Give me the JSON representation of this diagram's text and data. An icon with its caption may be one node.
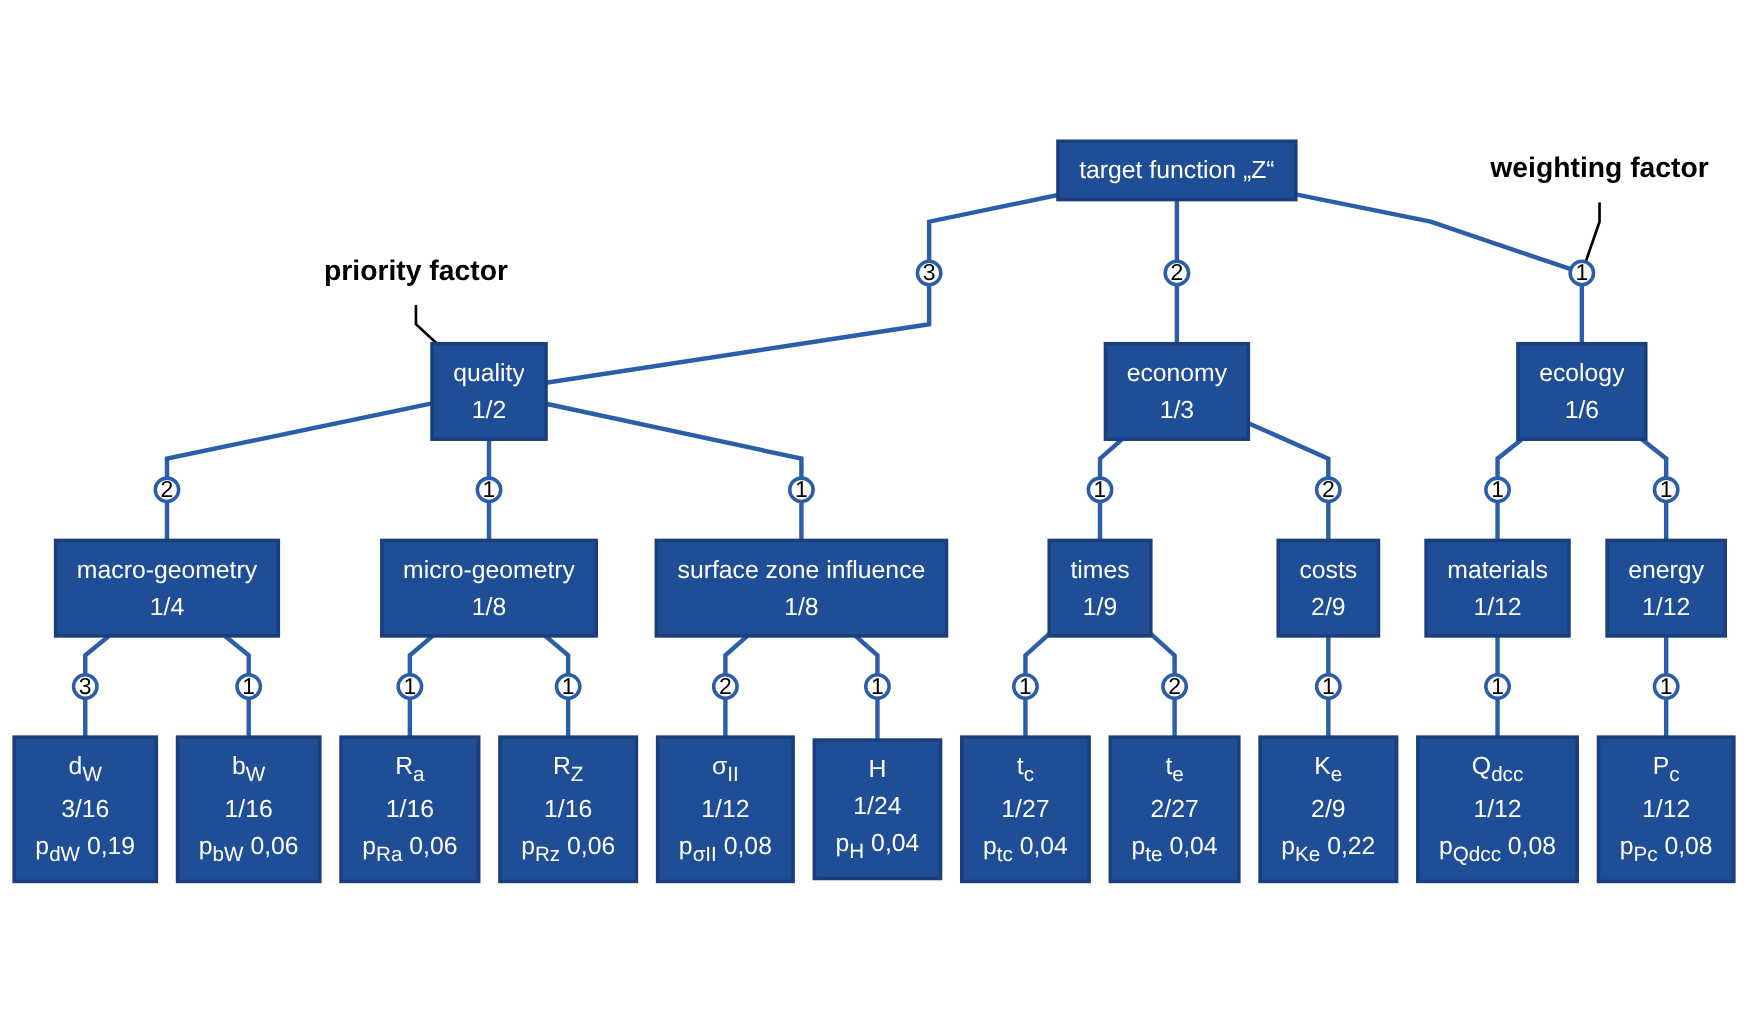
{
  "diagram": {
    "nodes": [
      {
        "text": [
          "priority factor"
        ]
      },
      {
        "text": [
          "target function „Z“"
        ]
      },
      {
        "text": [
          "weighting factor"
        ]
      },
      {
        "text": [
          "3"
        ]
      },
      {
        "text": [
          "2"
        ]
      },
      {
        "text": [
          "1"
        ]
      },
      {
        "text": [
          "quality",
          "1/2"
        ]
      },
      {
        "text": [
          "economy",
          "1/3"
        ]
      },
      {
        "text": [
          "ecology",
          "1/6"
        ]
      },
      {
        "text": [
          "2"
        ]
      },
      {
        "text": [
          "1"
        ]
      },
      {
        "text": [
          "1"
        ]
      },
      {
        "text": [
          "1"
        ]
      },
      {
        "text": [
          "2"
        ]
      },
      {
        "text": [
          "1"
        ]
      },
      {
        "text": [
          "1"
        ]
      },
      {
        "text": [
          "macro-geometry",
          "1/4"
        ]
      },
      {
        "text": [
          "micro-geometry",
          "1/8"
        ]
      },
      {
        "text": [
          "surface zone influence",
          "1/8"
        ]
      },
      {
        "text": [
          "times",
          "1/9"
        ]
      },
      {
        "text": [
          "costs",
          "2/9"
        ]
      },
      {
        "text": [
          "materials",
          "1/12"
        ]
      },
      {
        "text": [
          "energy",
          "1/12"
        ]
      },
      {
        "text": [
          "3"
        ]
      },
      {
        "text": [
          "1"
        ]
      },
      {
        "text": [
          "1"
        ]
      },
      {
        "text": [
          "1"
        ]
      },
      {
        "text": [
          "2"
        ]
      },
      {
        "text": [
          "1"
        ]
      },
      {
        "text": [
          "1"
        ]
      },
      {
        "text": [
          "2"
        ]
      },
      {
        "text": [
          "1"
        ]
      },
      {
        "text": [
          "1"
        ]
      },
      {
        "text": [
          "1"
        ]
      },
      {
        "text": [
          "d$_{W}$",
          "3/16",
          "p$_{dW}$ 0,19"
        ]
      },
      {
        "text": [
          "b$_{W}$",
          "1/16",
          "p$_{bW}$ 0,06"
        ]
      },
      {
        "text": [
          "R$_{a}$",
          "1/16",
          "p$_{Ra}$ 0,06"
        ]
      },
      {
        "text": [
          "R$_{Z}$",
          "1/16",
          "p$_{Rz}$ 0,06"
        ]
      },
      {
        "text": [
          "σ$_{II}$",
          "1/12",
          "p$_{σII}$ 0,08"
        ]
      },
      {
        "text": [
          "H",
          "1/24",
          "p$_{H}$ 0,04"
        ]
      },
      {
        "text": [
          "t$_{c}$",
          "1/27",
          "p$_{tc}$ 0,04"
        ]
      },
      {
        "text": [
          "t$_{e}$",
          "2/27",
          "p$_{te}$ 0,04"
        ]
      },
      {
        "text": [
          "K$_{e}$",
          "2/9",
          "p$_{Ke}$ 0,22"
        ]
      },
      {
        "text": [
          "Q$_{dcc}$",
          "1/12",
          "p$_{Qdcc}$ 0,08"
        ]
      },
      {
        "text": [
          "P$_{c}$",
          "1/12",
          "p$_{Pc}$ 0,08"
        ]
      }
    ],
    "edges": [
      {
        "from": 0,
        "to": 6,
        "arrow": "none",
        "color": "#000000"
      },
      {
        "from": 2,
        "to": 5,
        "arrow": "none",
        "color": "#000000"
      },
      {
        "from": 1,
        "to": 3,
        "arrow": "none"
      },
      {
        "from": 1,
        "to": 4,
        "arrow": "none"
      },
      {
        "from": 1,
        "to": 5,
        "arrow": "none"
      },
      {
        "from": 3,
        "to": 6,
        "arrow": "none"
      },
      {
        "from": 4,
        "to": 7,
        "arrow": "none"
      },
      {
        "from": 5,
        "to": 8,
        "arrow": "none"
      },
      {
        "from": 6,
        "to": 9,
        "arrow": "none"
      },
      {
        "from": 6,
        "to": 10,
        "arrow": "none"
      },
      {
        "from": 6,
        "to": 11,
        "arrow": "none"
      },
      {
        "from": 7,
        "to": 12,
        "arrow": "none"
      },
      {
        "from": 7,
        "to": 13,
        "arrow": "none"
      },
      {
        "from": 8,
        "to": 14,
        "arrow": "none"
      },
      {
        "from": 8,
        "to": 15,
        "arrow": "none"
      },
      {
        "from": 9,
        "to": 16,
        "arrow": "none"
      },
      {
        "from": 10,
        "to": 17,
        "arrow": "none"
      },
      {
        "from": 11,
        "to": 18,
        "arrow": "none"
      },
      {
        "from": 12,
        "to": 19,
        "arrow": "none"
      },
      {
        "from": 13,
        "to": 20,
        "arrow": "none"
      },
      {
        "from": 14,
        "to": 21,
        "arrow": "none"
      },
      {
        "from": 15,
        "to": 22,
        "arrow": "none"
      },
      {
        "from": 16,
        "to": 23,
        "arrow": "none"
      },
      {
        "from": 16,
        "to": 24,
        "arrow": "none"
      },
      {
        "from": 17,
        "to": 25,
        "arrow": "none"
      },
      {
        "from": 17,
        "to": 26,
        "arrow": "none"
      },
      {
        "from": 18,
        "to": 27,
        "arrow": "none"
      },
      {
        "from": 18,
        "to": 28,
        "arrow": "none"
      },
      {
        "from": 19,
        "to": 29,
        "arrow": "none"
      },
      {
        "from": 19,
        "to": 30,
        "arrow": "none"
      },
      {
        "from": 20,
        "to": 31,
        "arrow": "none"
      },
      {
        "from": 21,
        "to": 32,
        "arrow": "none"
      },
      {
        "from": 22,
        "to": 33,
        "arrow": "none"
      },
      {
        "from": 23,
        "to": 34,
        "arrow": "none"
      },
      {
        "from": 24,
        "to": 35,
        "arrow": "none"
      },
      {
        "from": 25,
        "to": 36,
        "arrow": "none"
      },
      {
        "from": 26,
        "to": 37,
        "arrow": "none"
      },
      {
        "from": 27,
        "to": 38,
        "arrow": "none"
      },
      {
        "from": 28,
        "to": 39,
        "arrow": "none"
      },
      {
        "from": 29,
        "to": 40,
        "arrow": "none"
      },
      {
        "from": 30,
        "to": 41,
        "arrow": "none"
      },
      {
        "from": 31,
        "to": 42,
        "arrow": "none"
      },
      {
        "from": 32,
        "to": 43,
        "arrow": "none"
      },
      {
        "from": 33,
        "to": 44,
        "arrow": "none"
      }
    ]
  }
}
